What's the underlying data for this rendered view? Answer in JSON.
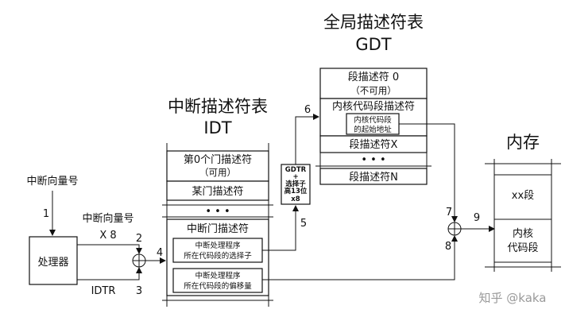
{
  "gdt": {
    "title_cn": "全局描述符表",
    "title_en": "GDT",
    "entry_0": "段描述符 0",
    "entry_0_note": "（不可用）",
    "kernel_code_desc": "内核代码段描述符",
    "kernel_base_line1": "内核代码段",
    "kernel_base_line2": "的起始地址",
    "entry_x": "段描述符X",
    "dots": "• • •",
    "entry_n": "段描述符N"
  },
  "idt": {
    "title_cn": "中断描述符表",
    "title_en": "IDT",
    "entry_0": "第0个门描述符",
    "entry_0_note": "（可用）",
    "some_gate": "某门描述符",
    "dots": "• • •",
    "int_gate": "中断门描述符",
    "selector_line1": "中断处理程序",
    "selector_line2": "所在代码段的选择子",
    "offset_line1": "中断处理程序",
    "offset_line2": "所在代码段的偏移量"
  },
  "left": {
    "vector_label": "中断向量号",
    "vector_label2": "中断向量号",
    "times8": "X 8",
    "processor": "处理器",
    "idtr": "IDTR"
  },
  "gdtr_box": {
    "line1": "GDTR",
    "line2": "+",
    "line3": "选择子",
    "line4": "高13位",
    "line5": "x8"
  },
  "memory": {
    "title": "内存",
    "xx_segment": "xx段",
    "kernel_line1": "内核",
    "kernel_line2": "代码段"
  },
  "steps": {
    "s1": "1",
    "s2": "2",
    "s3": "3",
    "s4": "4",
    "s5": "5",
    "s6": "6",
    "s7": "7",
    "s8": "8",
    "s9": "9"
  },
  "watermark": "知乎 @kaka"
}
